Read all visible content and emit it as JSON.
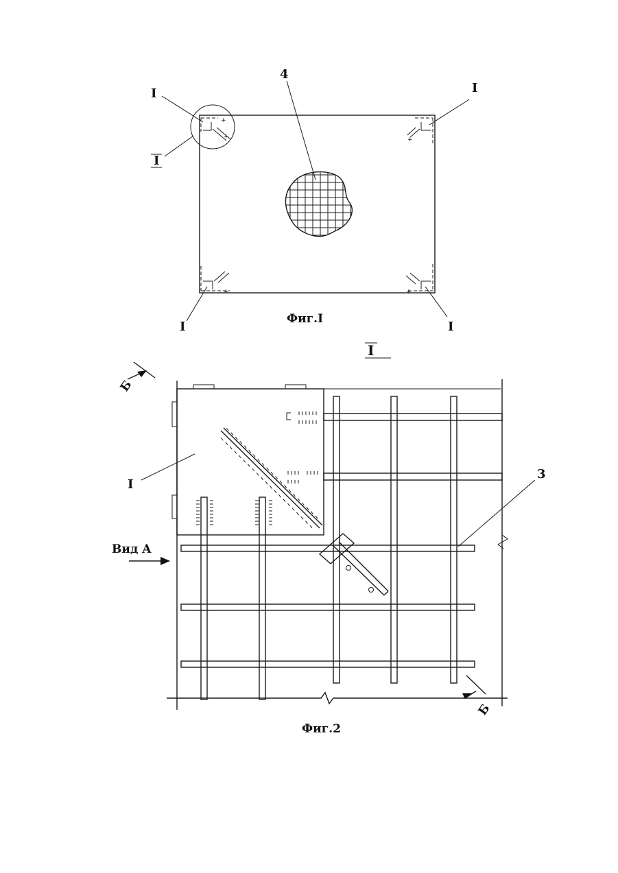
{
  "fig1": {
    "caption": "Фиг.I",
    "label_mesh": "4",
    "label_node_top_left": "I",
    "label_callout": "I",
    "label_node_top_right": "I",
    "label_node_bottom_left": "I",
    "label_node_bottom_right": "I"
  },
  "fig2": {
    "caption": "Фиг.2",
    "title": "I",
    "label_plate": "I",
    "label_rod": "3",
    "view_label": "Вид A",
    "section_top": "Б",
    "section_bottom": "Б"
  }
}
